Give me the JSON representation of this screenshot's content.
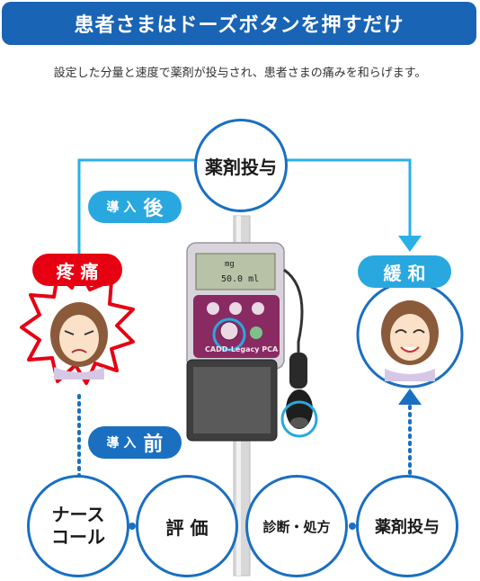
{
  "header": {
    "title": "患者さまはドーズボタンを押すだけ"
  },
  "subtitle": "設定した分量と速度で薬剤が投与され、患者さまの痛みを和らげます。",
  "nodes": {
    "top": "薬剤投与",
    "pain": "疼 痛",
    "relief": "緩 和"
  },
  "badges": {
    "after": {
      "small": "導 入",
      "big": "後"
    },
    "before": {
      "small": "導 入",
      "big": "前"
    }
  },
  "bottom_steps": [
    {
      "line1": "ナース",
      "line2": "コール"
    },
    {
      "line1": "評 価",
      "line2": ""
    },
    {
      "line1": "診断・処方",
      "line2": ""
    },
    {
      "line1": "薬剤投与",
      "line2": ""
    }
  ],
  "device": {
    "brand": "CADD-Legacy PCA",
    "screen_line1": "mg",
    "screen_line2": "50.0 ml"
  },
  "colors": {
    "header": "#1964b4",
    "flow_line": "#2ab0e6",
    "pain": "#e60012",
    "relief": "#29a8e0",
    "badge": "#1a6fc0",
    "badge_light": "#29a8e0"
  },
  "icons": {
    "pain_face": "distressed-patient-face",
    "relief_face": "smiling-patient-face",
    "flow_arrow": "arrow-down-icon"
  }
}
